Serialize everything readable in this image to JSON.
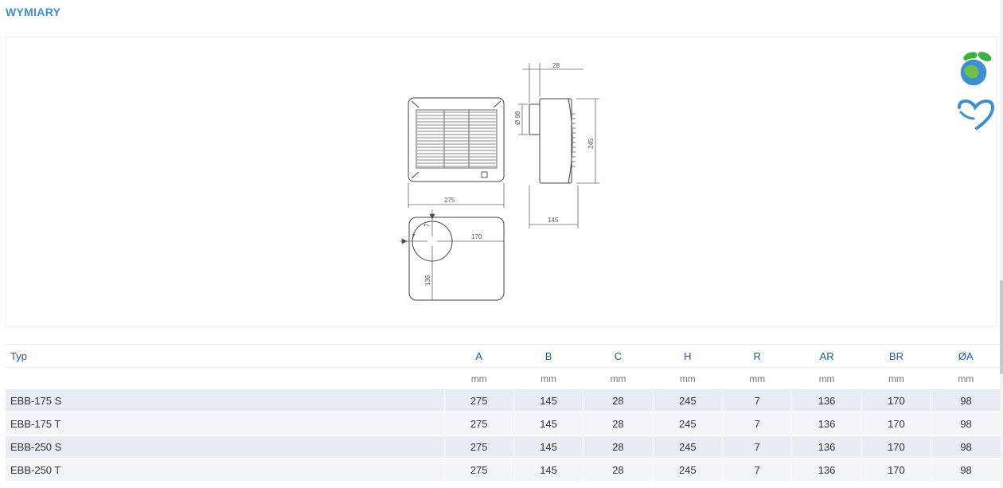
{
  "section": {
    "title": "WYMIARY"
  },
  "drawing": {
    "dim_width": "275",
    "dim_depth": "145",
    "dim_collar": "28",
    "dim_height": "245",
    "dim_diameter": "Ø 98",
    "dim_hole_offset_top": "7",
    "dim_hole_offset_left": "7",
    "dim_hole_to_side": "170",
    "dim_hole_to_bottom": "136"
  },
  "badges": {
    "eco": "eco-globe-icon",
    "heart": "heart-icon",
    "colors": {
      "leaf": "#3cb043",
      "globe": "#3d8fd0"
    }
  },
  "table": {
    "columns": [
      "Typ",
      "A",
      "B",
      "C",
      "H",
      "R",
      "AR",
      "BR",
      "ØA"
    ],
    "units": [
      "",
      "mm",
      "mm",
      "mm",
      "mm",
      "mm",
      "mm",
      "mm",
      "mm"
    ],
    "rows": [
      [
        "EBB-175 S",
        "275",
        "145",
        "28",
        "245",
        "7",
        "136",
        "170",
        "98"
      ],
      [
        "EBB-175 T",
        "275",
        "145",
        "28",
        "245",
        "7",
        "136",
        "170",
        "98"
      ],
      [
        "EBB-250 S",
        "275",
        "145",
        "28",
        "245",
        "7",
        "136",
        "170",
        "98"
      ],
      [
        "EBB-250 T",
        "275",
        "145",
        "28",
        "245",
        "7",
        "136",
        "170",
        "98"
      ]
    ]
  },
  "colors": {
    "accent": "#3d8fd0",
    "header_text": "#1e5aa8",
    "row_odd": "#e8ecf4",
    "row_even": "#f3f5f9"
  }
}
